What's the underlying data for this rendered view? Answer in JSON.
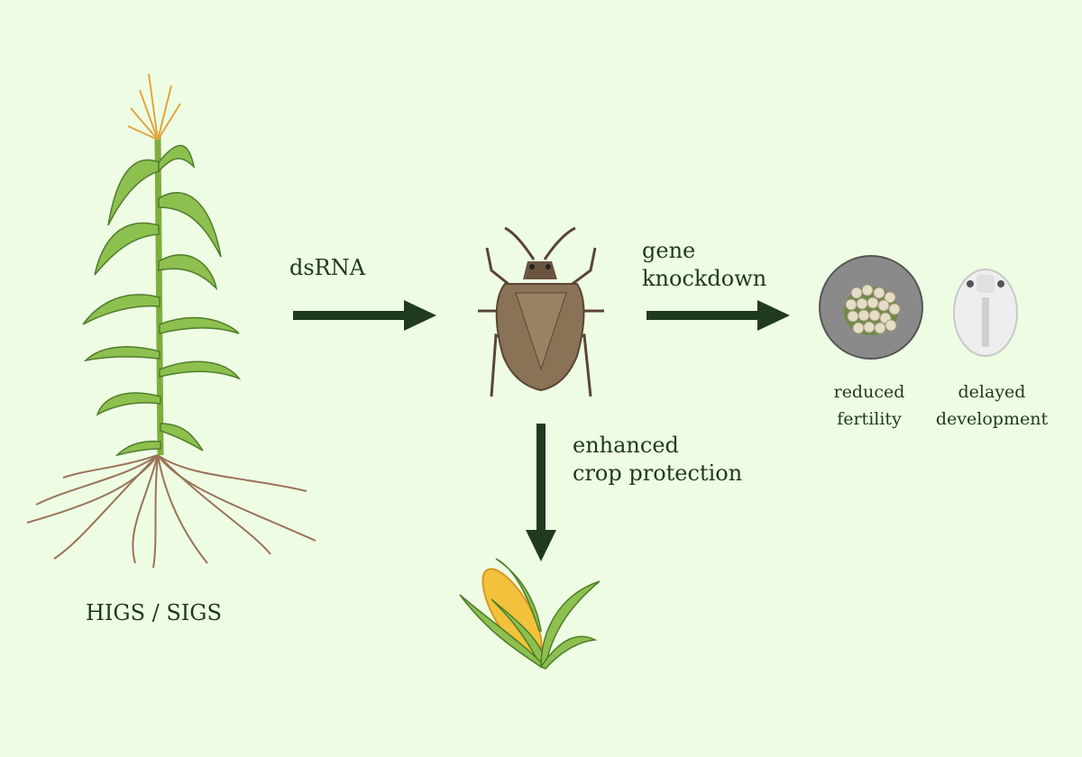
{
  "labels": {
    "higs_sigs": "HIGS / SIGS",
    "dsrna": "dsRNA",
    "gene_knockdown": [
      "gene",
      "knockdown"
    ],
    "enhanced_crop_protection": [
      "enhanced",
      "crop protection"
    ],
    "reduced_fertility": [
      "reduced",
      "fertility"
    ],
    "delayed_development": [
      "delayed",
      "development"
    ]
  },
  "colors": {
    "background": "#eefce4",
    "arrow": "#1f3a1f",
    "text": "#1c3a1c"
  }
}
